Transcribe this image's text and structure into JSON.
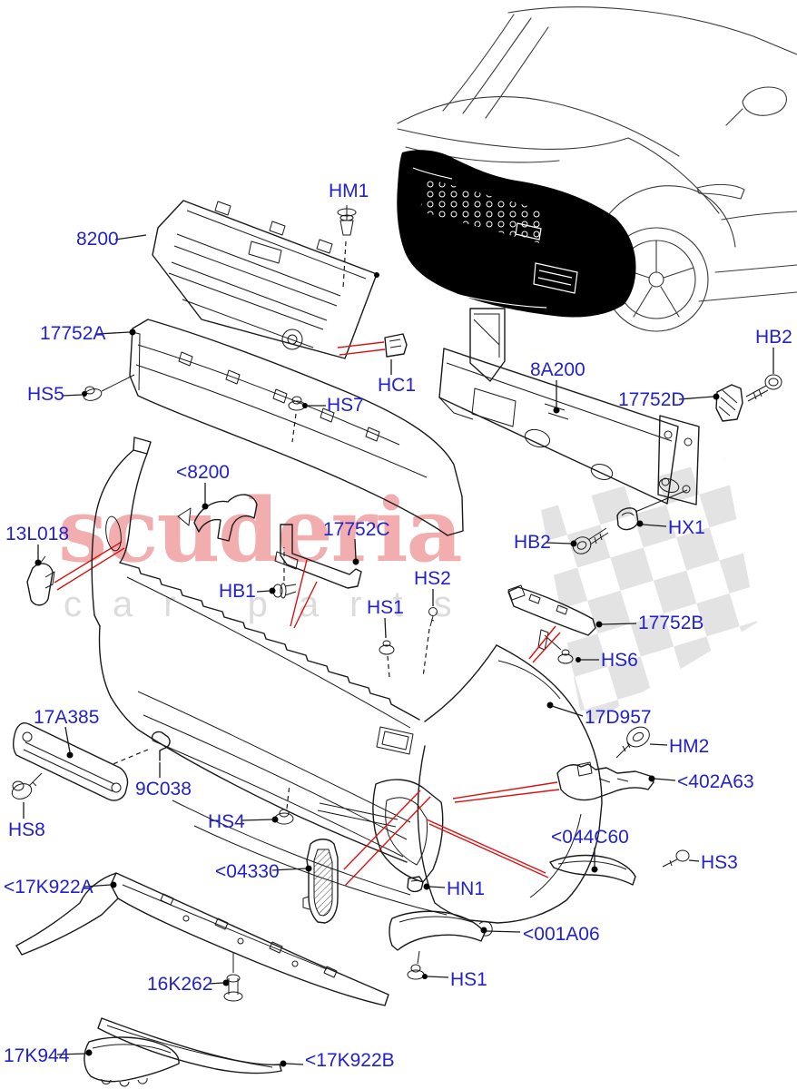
{
  "colors": {
    "label-blue": "#2222cc",
    "leader-red": "#dd1111",
    "part-line": "#1a1a1a",
    "watermark-red": "#f2aeae",
    "watermark-gray": "#dcdcdc",
    "checker-gray": "#e3e3e3",
    "bg": "#ffffff"
  },
  "diagram": {
    "watermark": {
      "word": "scuderia",
      "subword": "car parts"
    },
    "labels": {
      "hm1": "HM1",
      "grille": "8200",
      "absorber": "17752A",
      "hs5": "HS5",
      "hs7": "HS7",
      "hc1": "HC1",
      "reinforcement": "8A200",
      "hb2_top": "HB2",
      "bracket_d": "17752D",
      "deflector_8200": "<8200",
      "bracket_c": "17752C",
      "washer_cover": "13L018",
      "hb1": "HB1",
      "hb2_mid": "HB2",
      "hx1": "HX1",
      "hs2": "HS2",
      "hs1_mid": "HS1",
      "bracket_b": "17752B",
      "hs6": "HS6",
      "plate_bracket": "17A385",
      "bumper_corner": "17D957",
      "hm2": "HM2",
      "clip_9c038": "9C038",
      "bracket_402a63": "<402A63",
      "hs8": "HS8",
      "hs4": "HS4",
      "trim_044c60": "<044C60",
      "hs3": "HS3",
      "insert_04330": "<04330",
      "skid_a": "<17K922A",
      "hn1": "HN1",
      "deflector_001a06": "<001A06",
      "pin_16k262": "16K262",
      "hs1_bottom": "HS1",
      "panel_17k944": "17K944",
      "skid_b": "<17K922B"
    }
  }
}
